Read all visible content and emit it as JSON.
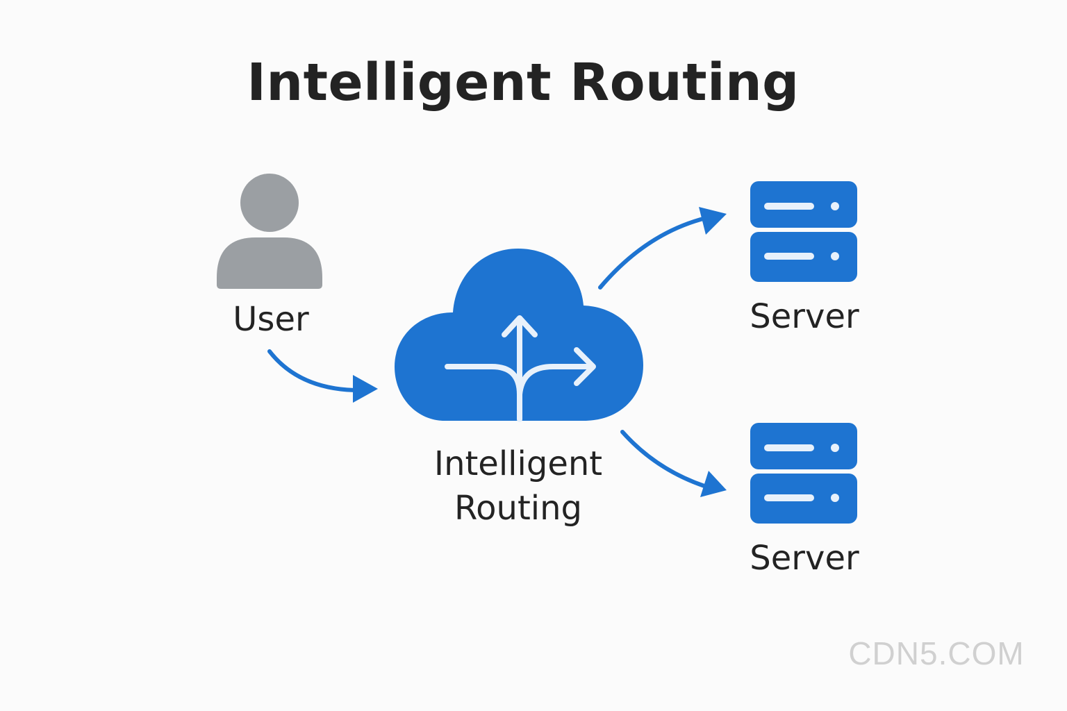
{
  "title": "Intelligent Routing",
  "nodes": {
    "user": {
      "label": "User",
      "icon": "user-icon"
    },
    "router": {
      "label_line1": "Intelligent",
      "label_line2": "Routing",
      "icon": "cloud-routing-icon"
    },
    "server_top": {
      "label": "Server",
      "icon": "server-icon"
    },
    "server_bottom": {
      "label": "Server",
      "icon": "server-icon"
    }
  },
  "edges": [
    {
      "from": "user",
      "to": "router"
    },
    {
      "from": "router",
      "to": "server_top"
    },
    {
      "from": "router",
      "to": "server_bottom"
    }
  ],
  "watermark": "CDN5.COM",
  "colors": {
    "accent": "#1e74d1",
    "user_icon": "#9b9fa3",
    "text": "#232323",
    "watermark": "#d0d0d0"
  }
}
